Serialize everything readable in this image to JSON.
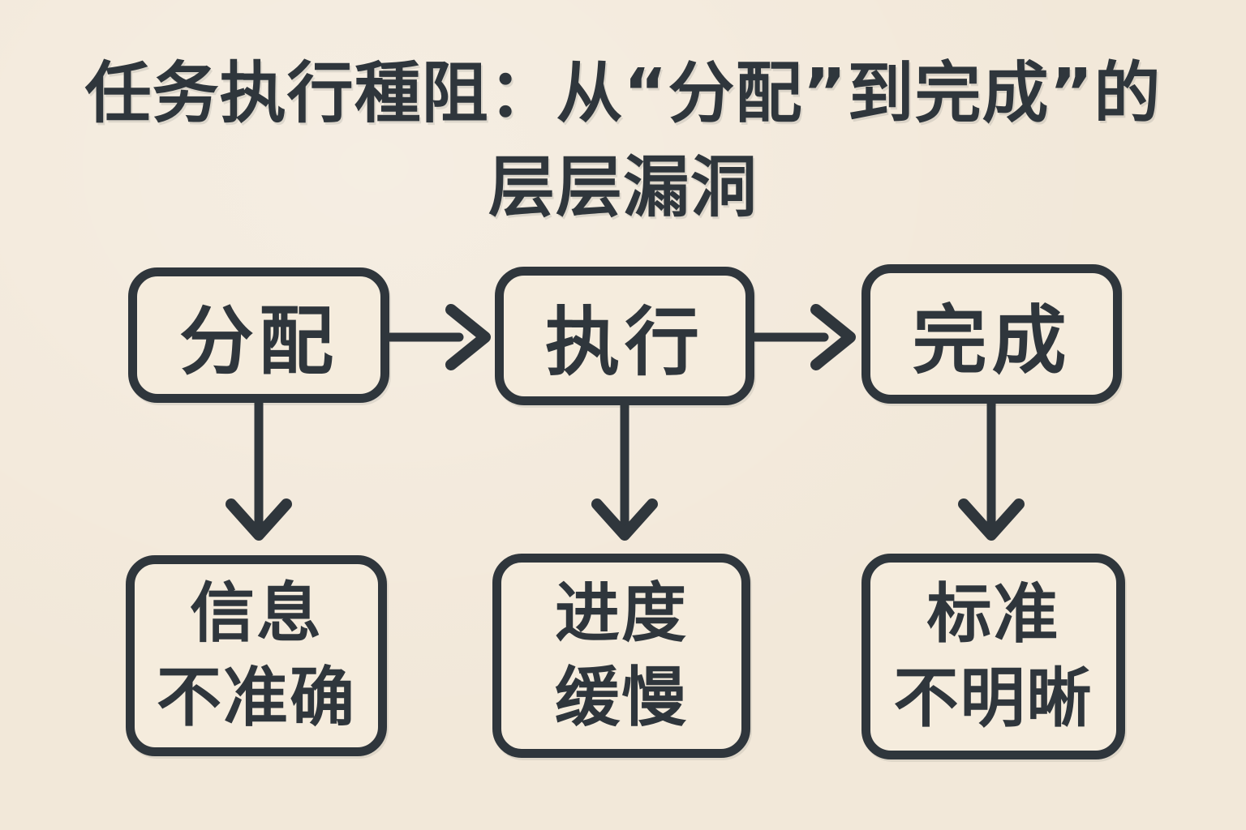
{
  "page": {
    "background_color": "#f2e8d9",
    "ink_color": "#2f363c",
    "box_fill_color": "#f5ecdd"
  },
  "title": {
    "line1": "任务执行種阻：从“分配”到完成”的",
    "line2": "层层漏洞"
  },
  "flow": {
    "stages": [
      {
        "label": "分配"
      },
      {
        "label": "执行"
      },
      {
        "label": "完成"
      }
    ],
    "issues": [
      {
        "line1": "信息",
        "line2": "不准确"
      },
      {
        "line1": "进度",
        "line2": "缓慢"
      },
      {
        "line1": "标准",
        "line2": "不明晰"
      }
    ]
  }
}
